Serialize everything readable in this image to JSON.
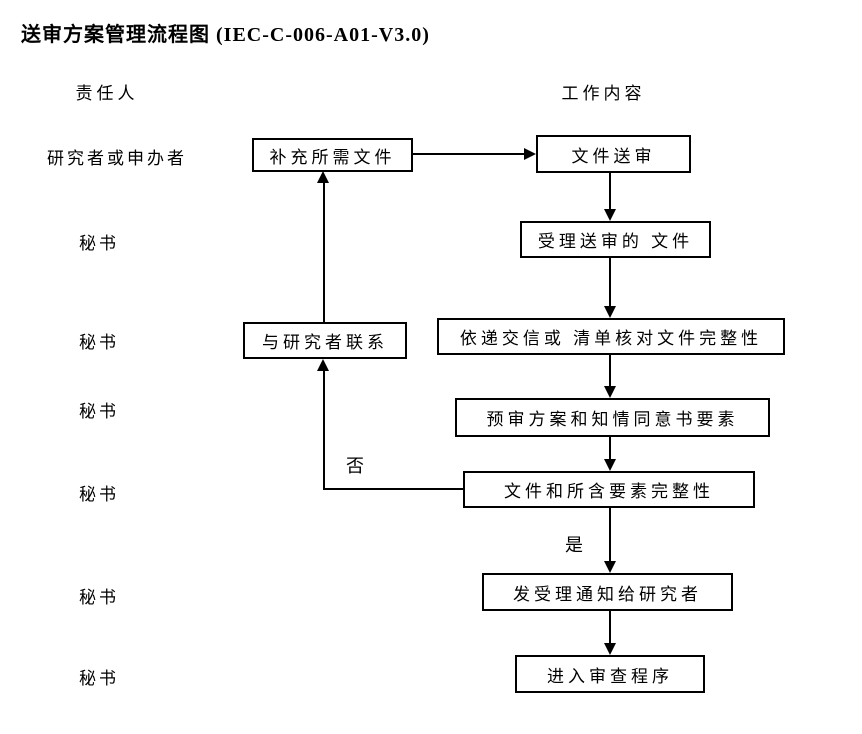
{
  "title": "送审方案管理流程图 (IEC-C-006-A01-V3.0)",
  "headers": {
    "responsible": "责任人",
    "work": "工作内容"
  },
  "roles": [
    "研究者或申办者",
    "秘书",
    "秘书",
    "秘书",
    "秘书",
    "秘书",
    "秘书"
  ],
  "nodes": {
    "supplement": "补充所需文件",
    "submit": "文件送审",
    "accept": "受理送审的 文件",
    "check": "依递交信或 清单核对文件完整性",
    "prereview": "预审方案和知情同意书要素",
    "completeness": "文件和所含要素完整性",
    "contact": "与研究者联系",
    "notify": "发受理通知给研究者",
    "enter": "进入审查程序"
  },
  "branch": {
    "no": "否",
    "yes": "是"
  },
  "flow": {
    "edges": [
      {
        "from": "supplement",
        "to": "submit",
        "label": ""
      },
      {
        "from": "submit",
        "to": "accept",
        "label": ""
      },
      {
        "from": "accept",
        "to": "check",
        "label": ""
      },
      {
        "from": "check",
        "to": "prereview",
        "label": ""
      },
      {
        "from": "prereview",
        "to": "completeness",
        "label": ""
      },
      {
        "from": "completeness",
        "to": "contact",
        "label": "否"
      },
      {
        "from": "contact",
        "to": "supplement",
        "label": ""
      },
      {
        "from": "completeness",
        "to": "notify",
        "label": "是"
      },
      {
        "from": "notify",
        "to": "enter",
        "label": ""
      }
    ]
  },
  "colors": {
    "ink": "#000000",
    "background": "#ffffff"
  }
}
